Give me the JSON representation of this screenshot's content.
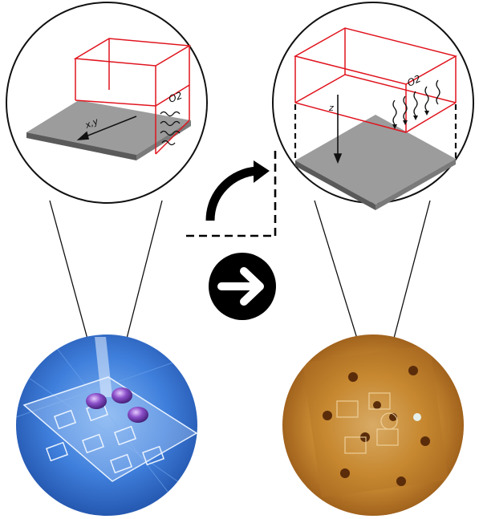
{
  "labels": {
    "left_direction": "x,y",
    "left_gas": "O2",
    "right_direction": "z",
    "right_gas": "O2"
  },
  "icons": {
    "center_arrow": "arrow-right-circle-icon",
    "rotate_arrow": "rotate-clockwise-icon"
  },
  "colors": {
    "box_outline": "#e0141e",
    "plate_top": "#9c9c9c",
    "plate_side": "#5a5a5a",
    "photo_left": "#2f6fd6",
    "photo_right": "#c9891e",
    "center_circle": "#000000"
  }
}
